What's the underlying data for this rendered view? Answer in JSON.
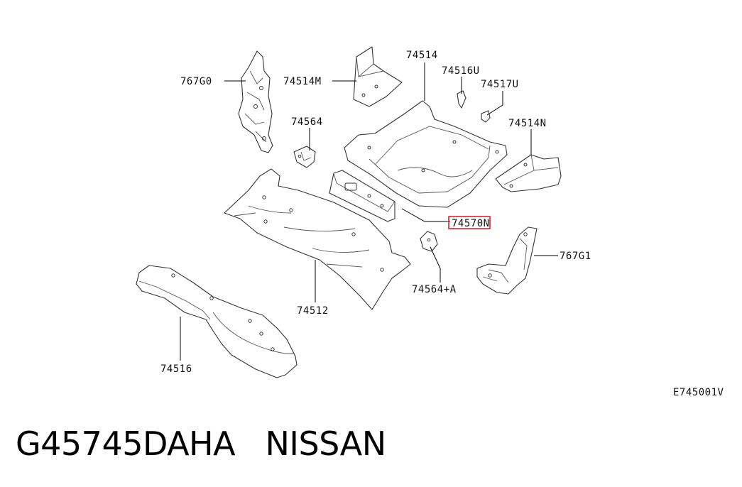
{
  "diagram": {
    "labels": {
      "p76760": "767G0",
      "p74514m": "74514M",
      "p74514": "74514",
      "p74516u": "74516U",
      "p74517u": "74517U",
      "p74564": "74564",
      "p74514n": "74514N",
      "p74570n": "74570N",
      "p767g1": "767G1",
      "p74564a": "74564+A",
      "p74512": "74512",
      "p74516": "74516"
    },
    "figure_code": "E745001V",
    "highlight_color": "#e0202a"
  },
  "footer": {
    "part_number": "G45745DAHA",
    "brand": "NISSAN"
  }
}
